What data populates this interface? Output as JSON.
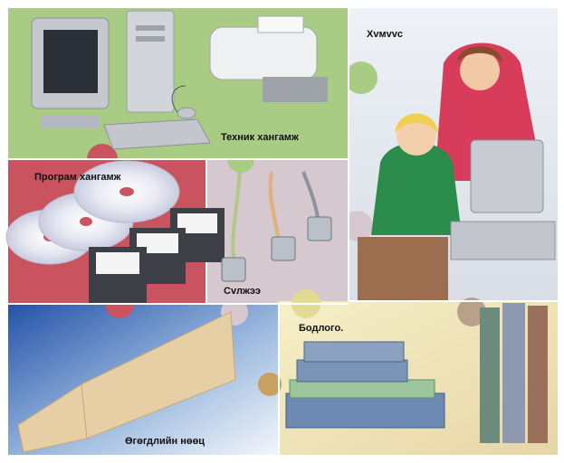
{
  "labels": {
    "hardware": "Техник хангамж",
    "people": "Хvмvvс",
    "software": "Програм хангамж",
    "network": "Сvлжээ",
    "procedures": "Бодлого.",
    "data": "Өгөгдлийн нөөц"
  }
}
